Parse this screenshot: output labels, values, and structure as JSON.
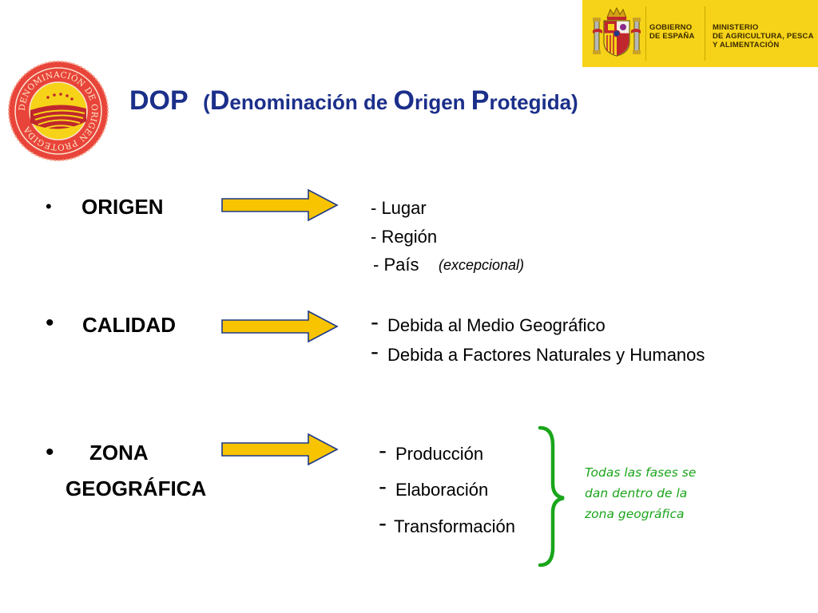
{
  "header": {
    "gobierno_line1": "GOBIERNO",
    "gobierno_line2": "DE ESPAÑA",
    "ministerio_line1": "MINISTERIO",
    "ministerio_line2": "DE AGRICULTURA, PESCA",
    "ministerio_line3": "Y ALIMENTACIÓN",
    "banner_color": "#f6d318"
  },
  "seal": {
    "ring_text": "DENOMINACIÓN DE ORIGEN PROTEGIDA",
    "color": "#e8443a"
  },
  "title": {
    "dop": "DOP",
    "open_paren": "(",
    "d": "D",
    "part1": "enominación de ",
    "o": "O",
    "part2": "rigen ",
    "p": "P",
    "part3": "rotegida)",
    "color": "#1b2f8a"
  },
  "bullet_char": "•",
  "sections": {
    "origen": {
      "label": "ORIGEN",
      "items": [
        "- Lugar",
        "- Región",
        "- País"
      ],
      "aside": "(excepcional)"
    },
    "calidad": {
      "label": "CALIDAD",
      "items": [
        "Debida al Medio  Geográfico",
        "Debida a Factores Naturales y Humanos"
      ]
    },
    "zona": {
      "label_line1": "ZONA",
      "label_line2": "GEOGRÁFICA",
      "items": [
        "Producción",
        "Elaboración",
        "Transformación"
      ],
      "note_lines": [
        "Todas las fases se",
        "dan dentro de la",
        "zona geográfica"
      ]
    }
  },
  "dash": "-",
  "colors": {
    "arrow_fill": "#f8c400",
    "arrow_stroke": "#1f3a8a",
    "brace": "#1aa51a",
    "note": "#1aa51a"
  }
}
